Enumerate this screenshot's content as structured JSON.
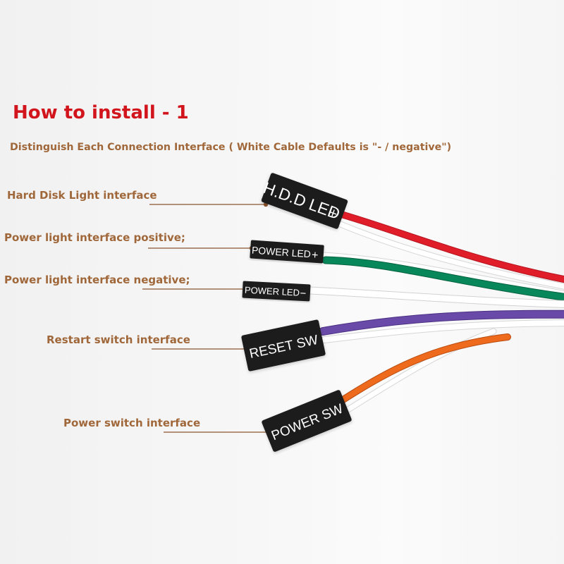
{
  "header": {
    "title": "How to install - 1",
    "subtitle": "Distinguish Each Connection Interface ( White Cable Defaults is \"- / negative\")"
  },
  "labels": [
    "Hard Disk Light interface",
    "Power light interface positive;",
    "Power light interface negative;",
    "Restart switch interface",
    "Power switch interface"
  ],
  "connectors": [
    {
      "text": "H.D.D LED",
      "sign": "+"
    },
    {
      "text": "POWER LED",
      "sign": "+"
    },
    {
      "text": "POWER LED",
      "sign": "−"
    },
    {
      "text": "RESET SW",
      "sign": ""
    },
    {
      "text": "POWER SW",
      "sign": ""
    }
  ],
  "colors": {
    "title": "#d2151d",
    "label": "#a0683a",
    "wire_red": "#e01e2a",
    "wire_green": "#08875a",
    "wire_purple": "#6a4aa8",
    "wire_orange": "#ee6a1c",
    "wire_white": "#ffffff",
    "connector": "#1b1b1b"
  }
}
